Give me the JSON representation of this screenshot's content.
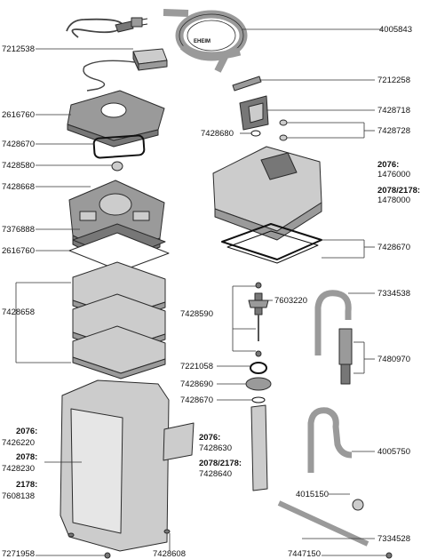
{
  "diagram": {
    "part_numbers": {
      "p4005843": "4005843",
      "p7212538": "7212538",
      "p7212258": "7212258",
      "p2616760a": "2616760",
      "p7428718": "7428718",
      "p7428670a": "7428670",
      "p7428680": "7428680",
      "p7428728": "7428728",
      "p7428580": "7428580",
      "p7428668": "7428668",
      "p1476000": "1476000",
      "p1478000": "1478000",
      "p7376888": "7376888",
      "p2616760b": "2616760",
      "p7428670b": "7428670",
      "p7428658": "7428658",
      "p7428590": "7428590",
      "p7603220": "7603220",
      "p7334538": "7334538",
      "p7480970": "7480970",
      "p7221058": "7221058",
      "p7428690": "7428690",
      "p7428670c": "7428670",
      "p7426220": "7426220",
      "p7428630": "7428630",
      "p7428230": "7428230",
      "p7428640": "7428640",
      "p7608138": "7608138",
      "p4005750": "4005750",
      "p4015150": "4015150",
      "p7334528": "7334528",
      "p7271958": "7271958",
      "p7428608": "7428608",
      "p7447150": "7447150"
    },
    "models": {
      "m2076a": "2076:",
      "m2078_2178a": "2078/2178:",
      "m2076b": "2076:",
      "m2078": "2078:",
      "m2178": "2178:",
      "m2076c": "2076:",
      "m2078_2178b": "2078/2178:"
    },
    "logo_text": "EHEIM",
    "colors": {
      "part_fill": "#cccccc",
      "part_dark": "#9a9a9a",
      "part_darker": "#777777",
      "outline": "#2b2b2b"
    }
  }
}
